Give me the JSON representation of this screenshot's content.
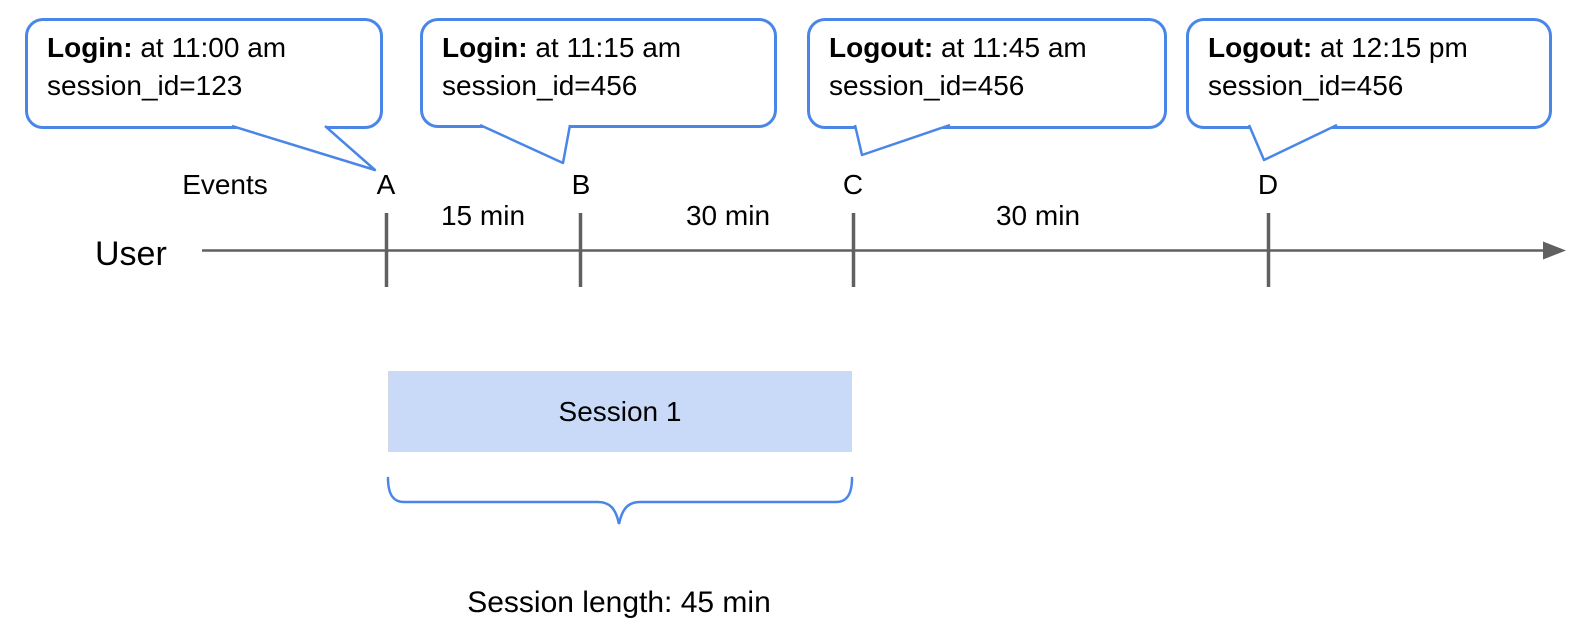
{
  "colors": {
    "accent-blue": "#4a86e8",
    "line-gray": "#606060",
    "session-fill": "#c9daf8",
    "text": "#000000"
  },
  "bubbles": [
    {
      "title": "Login:",
      "time": "at 11:00 am",
      "session": "session_id=123"
    },
    {
      "title": "Login:",
      "time": "at 11:15 am",
      "session": "session_id=456"
    },
    {
      "title": "Logout:",
      "time": "at 11:45 am",
      "session": "session_id=456"
    },
    {
      "title": "Logout:",
      "time": "at 12:15 pm",
      "session": "session_id=456"
    }
  ],
  "timeline": {
    "events_label": "Events",
    "user_label": "User",
    "ticks": [
      "A",
      "B",
      "C",
      "D"
    ],
    "intervals": [
      "15 min",
      "30 min",
      "30 min"
    ]
  },
  "session": {
    "box_label": "Session 1",
    "length_label": "Session length: 45 min"
  }
}
